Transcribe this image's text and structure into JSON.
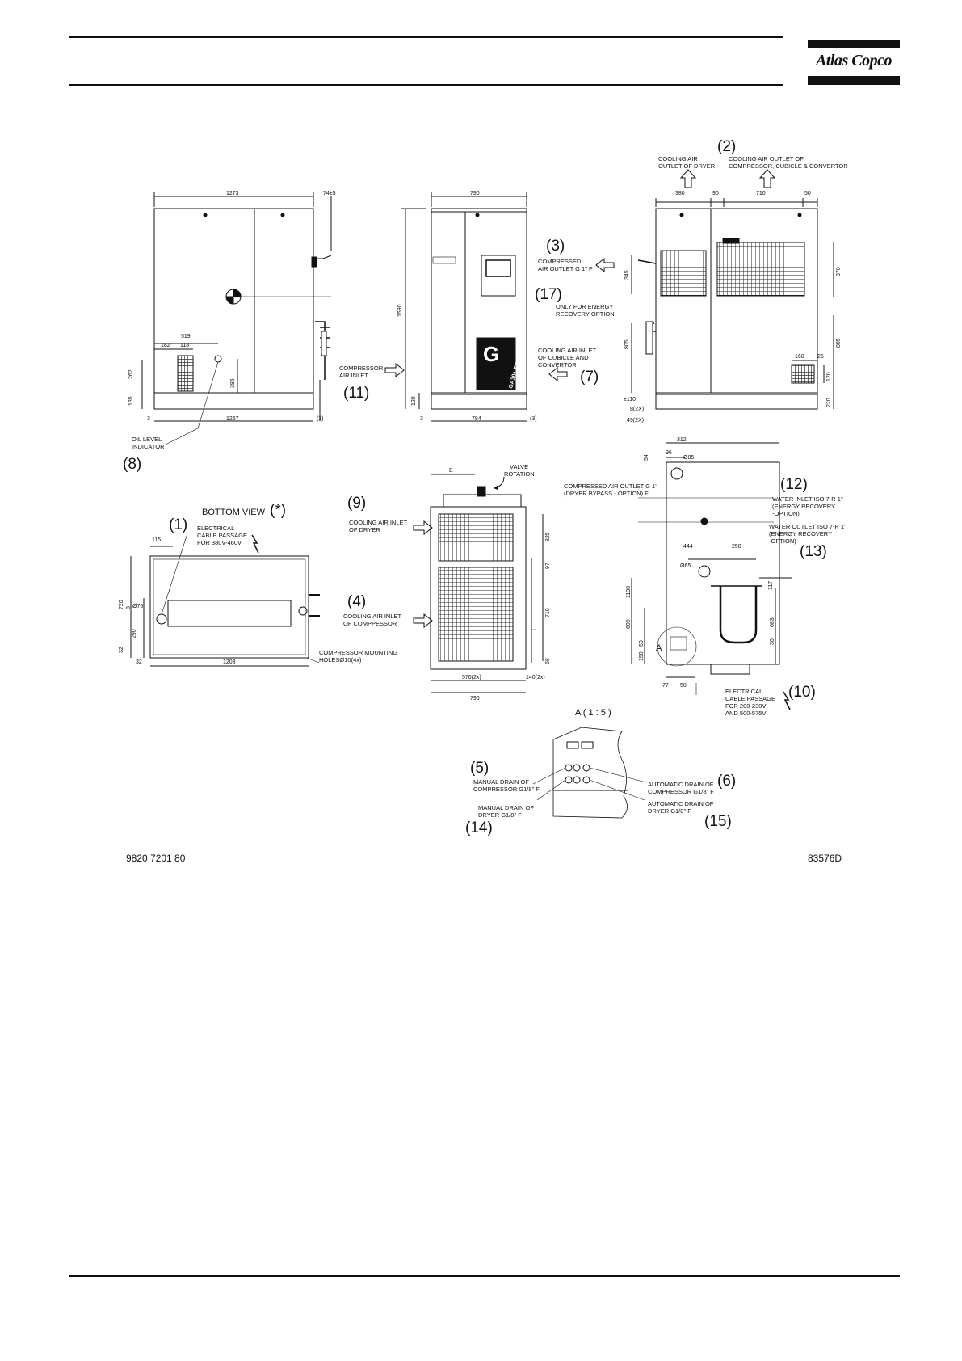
{
  "brand": {
    "logo_text": "Atlas Copco"
  },
  "footer": {
    "left_code": "9820 7201 80",
    "right_code": "83576D"
  },
  "views": {
    "bottom_view": "BOTTOM VIEW",
    "bottom_view_note": "(*)",
    "detail_a": "A",
    "detail_a_scale": "A ( 1 : 5 )"
  },
  "callouts": {
    "c1": "(1)",
    "c2": "(2)",
    "c3": "(3)",
    "c4": "(4)",
    "c5": "(5)",
    "c6": "(6)",
    "c7": "(7)",
    "c8": "(8)",
    "c9": "(9)",
    "c10": "(10)",
    "c11": "(11)",
    "c12": "(12)",
    "c13": "(13)",
    "c14": "(14)",
    "c15": "(15)",
    "c17": "(17)"
  },
  "labels": {
    "cooling_air_outlet_dryer": [
      "COOLING AIR",
      "OUTLET OF DRYER"
    ],
    "cooling_air_outlet_compressor": [
      "COOLING AIR OUTLET OF",
      "COMPRESSOR, CUBICLE & CONVERTOR"
    ],
    "compressed_air_outlet": [
      "COMPRESSED",
      "AIR OUTLET G 1\" F"
    ],
    "energy_recovery_only": [
      "ONLY FOR ENERGY",
      "RECOVERY OPTION"
    ],
    "cooling_air_inlet_cubicle": [
      "COOLING AIR INLET",
      "OF CUBICLE AND",
      "CONVERTOR"
    ],
    "compressor_air_inlet": [
      "COMPRESSOR",
      "AIR INLET"
    ],
    "oil_level_indicator": [
      "OIL LEVEL",
      "INDICATOR"
    ],
    "electrical_cable_380": [
      "ELECTRICAL",
      "CABLE PASSAGE",
      "FOR 380V-460V"
    ],
    "cooling_air_inlet_dryer": [
      "COOLING AIR INLET",
      "OF DRYER"
    ],
    "cooling_air_inlet_compressor": [
      "COOLING AIR INLET",
      "OF COMPPESSOR"
    ],
    "valve_rotation": [
      "VALVE",
      "ROTATION"
    ],
    "compressed_air_outlet_bypass": [
      "COMPRESSED AIR OUTLET G 1\"",
      "(DRYER BYPASS - OPTION) F"
    ],
    "water_inlet": [
      "WATER INLET ISO 7-R 1\"",
      "(ENERGY RECOVERY",
      "-OPTION)"
    ],
    "water_outlet": [
      "WATER OUTLET ISO 7-R 1\"",
      "(ENERGY RECOVERY",
      "-OPTION)"
    ],
    "mounting_holes": [
      "COMPRESSOR MOUNTING",
      "HOLESØ10(4x)"
    ],
    "electrical_cable_200": [
      "ELECTRICAL",
      "CABLE PASSAGE",
      "FOR 200-230V",
      "AND 500-575V"
    ],
    "manual_drain_compressor": [
      "MANUAL DRAIN OF",
      "COMPRESSOR G1/8\" F"
    ],
    "manual_drain_dryer": [
      "MANUAL DRAIN OF",
      "DRYER G1/8\" F"
    ],
    "automatic_drain_compressor": [
      "AUTOMATIC DRAIN OF",
      "COMPRESSOR G1/8\" F"
    ],
    "automatic_drain_dryer": [
      "AUTOMATIC DRAIN OF",
      "DRYER G1/8\" F"
    ]
  },
  "dimensions": {
    "v1_top": "1273",
    "v1_top_r": "74±5",
    "v1_519": "519",
    "v1_182": "182",
    "v1_118": "118",
    "v1_262": "262",
    "v1_135": "135",
    "v1_396": "396",
    "v1_3": "3",
    "v1_1267": "1267",
    "v1_b3": "(3)",
    "v2_790": "790",
    "v2_1590": "1590",
    "v2_120": "120",
    "v2_3": "3",
    "v2_784": "784",
    "v2_b3": "(3)",
    "v3_380": "380",
    "v3_90": "90",
    "v3_710": "710",
    "v3_50": "50",
    "v3_345": "345",
    "v3_370": "370",
    "v3_805a": "805",
    "v3_805b": "805",
    "v3_160": "160",
    "v3_25": "25",
    "v3_120": "120",
    "v3_220": "220",
    "v3_110": "±110",
    "v3_8": "8(2X)",
    "v3_49": "49(2X)",
    "v4_115": "115",
    "v4_720": "720",
    "v4_75": "Ø75",
    "v4_8": "8",
    "v4_290": "290",
    "v4_32": "32",
    "v4_32b": "32",
    "v4_1203": "1203",
    "v5_B": "B",
    "v5_325": "325",
    "v5_97": "97",
    "v5_710": "710",
    "v5_L": "L",
    "v5_68": "68",
    "v5_570": "570(2x)",
    "v5_140": "140(2x)",
    "v5_790": "790",
    "v6_312": "312",
    "v6_96": "96",
    "v6_54": "54",
    "v6_85": "Ø85",
    "v6_444": "444",
    "v6_250": "250",
    "v6_65": "Ø65",
    "v6_117": "117",
    "v6_1138": "1138",
    "v6_606": "606",
    "v6_683": "683",
    "v6_50": "50",
    "v6_150": "150",
    "v6_30": "30",
    "v6_77": "77",
    "v6_50b": "50"
  },
  "machine_badges": {
    "panel_letter": "G",
    "model": "GA30+ FF"
  }
}
